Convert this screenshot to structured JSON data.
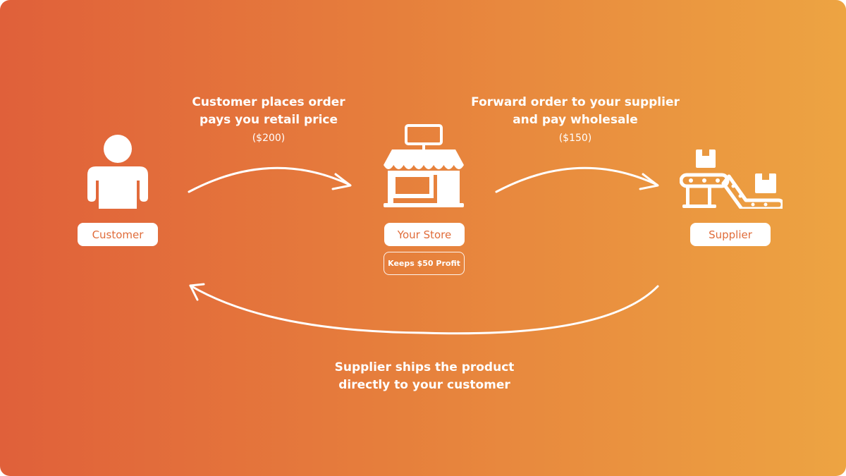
{
  "nodes": {
    "customer": {
      "label": "Customer",
      "icon": "person-icon"
    },
    "store": {
      "label": "Your Store",
      "icon": "storefront-icon",
      "note": "Keeps $50 Profit"
    },
    "supplier": {
      "label": "Supplier",
      "icon": "conveyor-boxes-icon"
    }
  },
  "flows": {
    "customer_to_store": {
      "line1": "Customer places order",
      "line2": "pays you retail price",
      "price": "($200)"
    },
    "store_to_supplier": {
      "line1": "Forward order to your supplier",
      "line2": "and pay wholesale",
      "price": "($150)"
    },
    "supplier_to_customer": {
      "line1": "Supplier ships the product",
      "line2": "directly to your customer"
    }
  },
  "colors": {
    "gradient_start": "#E0603A",
    "gradient_end": "#EDA442",
    "pill_text": "#E06C3A",
    "foreground": "#FFFFFF"
  }
}
